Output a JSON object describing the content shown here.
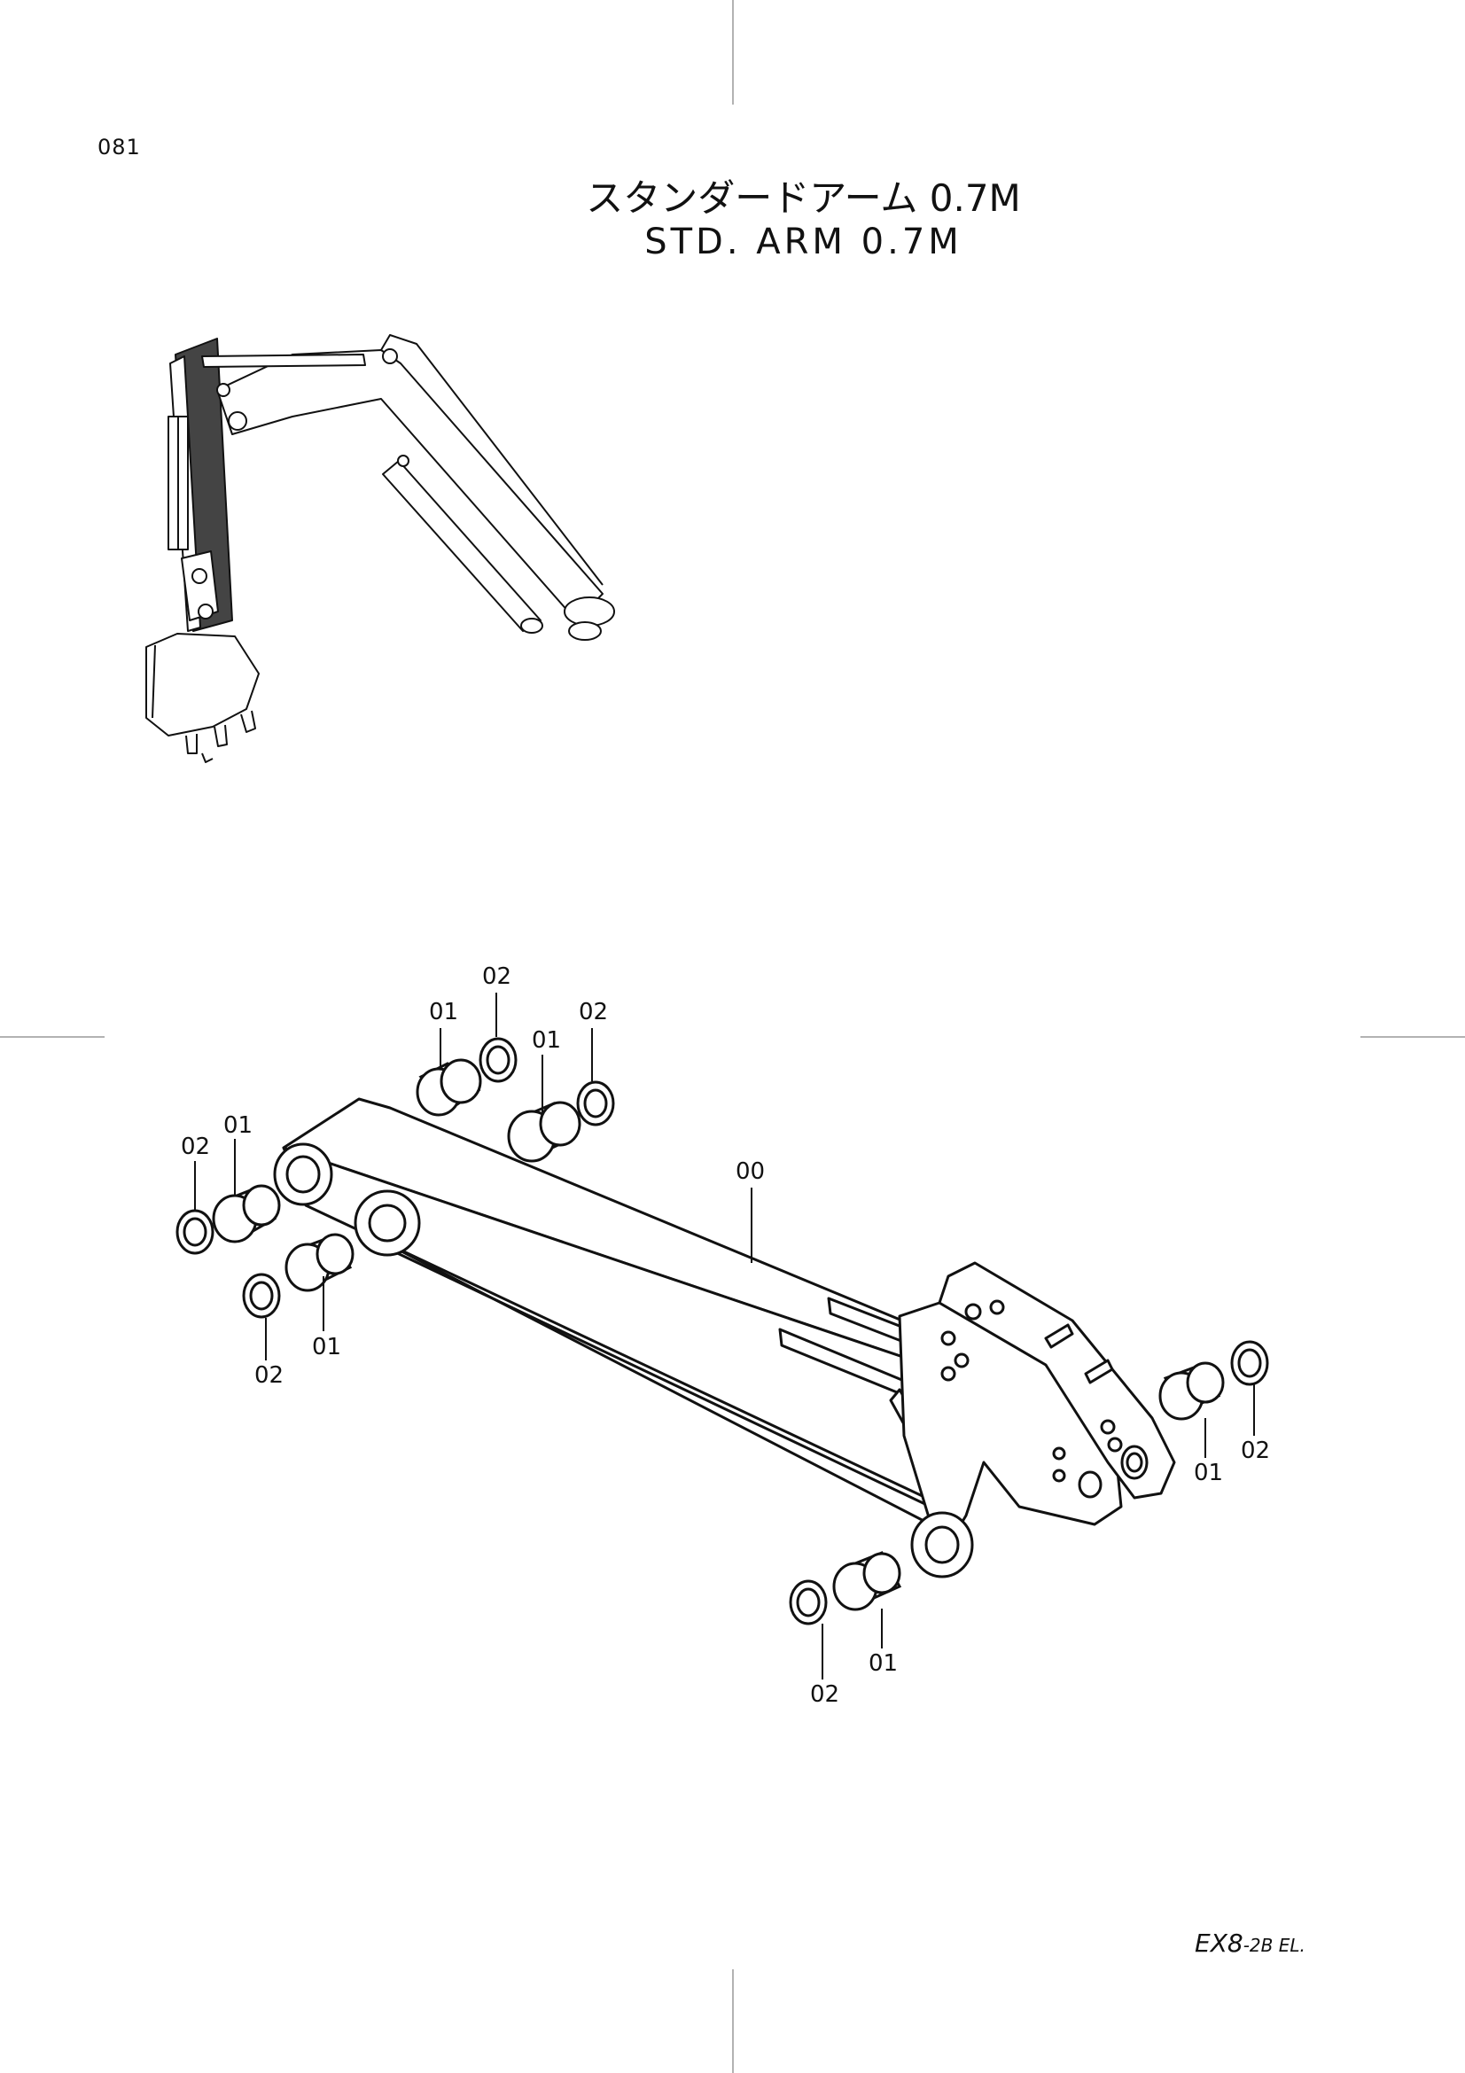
{
  "page": {
    "number": "081",
    "title_jp": "スタンダードアーム 0.7M",
    "title_en": "STD. ARM 0.7M",
    "footer_model": "EX8",
    "footer_suffix": "-2B EL."
  },
  "callouts": {
    "arm": "00",
    "bushing": "01",
    "seal": "02"
  }
}
